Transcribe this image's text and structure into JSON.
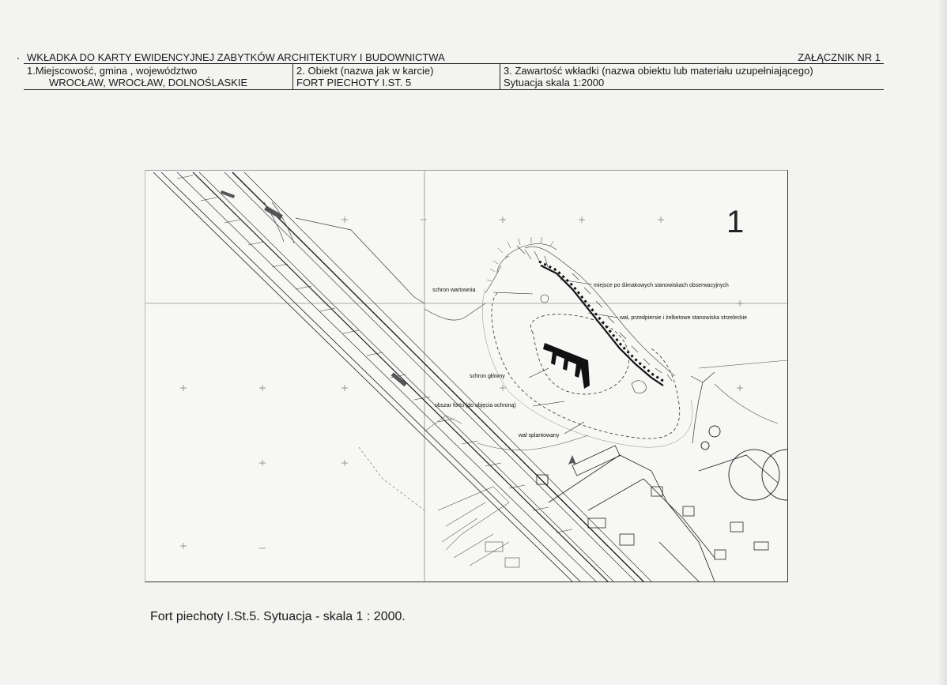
{
  "header": {
    "title": "WKŁADKA DO KARTY EWIDENCYJNEJ ZABYTKÓW ARCHITEKTURY I BUDOWNICTWA",
    "annex": "ZAŁĄCZNIK NR 1",
    "field1_label": "1.Miejscowość, gmina , województwo",
    "field1_value": "WROCŁAW,  WROCŁAW, DOLNOŚLASKIE",
    "field2_label": "2. Obiekt (nazwa jak w karcie)",
    "field2_value": "FORT PIECHOTY  I.ST. 5",
    "field3_label": "3. Zawartość wkładki (nazwa obiektu lub materiału uzupełniającego)",
    "field3_value": "Sytuacja skala 1:2000"
  },
  "map": {
    "page_number": "1",
    "labels": {
      "schron_wartownia": "schron wartownia",
      "miejsce_slimakowe": "miejsce po ślimakowych stanowiskach obserwacyjnych",
      "wal_przedpiersie": "wał, przedpiersie i żelbetowe stanowiska strzeleckie",
      "schron_glowny": "schron główny",
      "obszar_fortu": "obszar fortu (do objęcia ochroną)",
      "wal_splantowany": "wał splantowany"
    }
  },
  "caption": "Fort piechoty I.St.5. Sytuacja - skala 1 : 2000."
}
